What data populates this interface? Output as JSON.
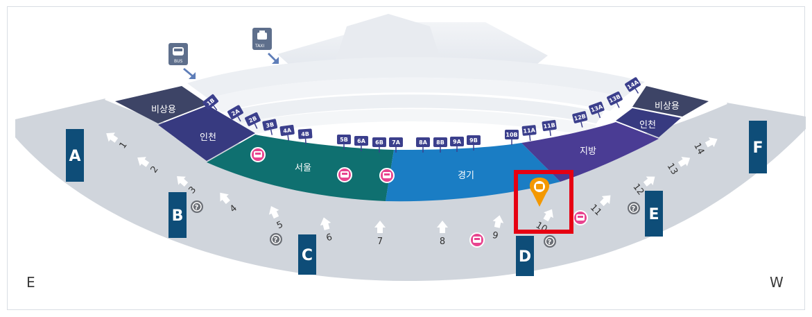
{
  "map": {
    "directions": {
      "left": "E",
      "right": "W"
    },
    "zones": {
      "left_upper": "비상용",
      "left_lower": "인천",
      "seoul": "서울",
      "gyeonggi": "경기",
      "jibang": "지방",
      "right_lower": "인천",
      "right_upper": "비상용"
    },
    "gates": [
      "A",
      "B",
      "C",
      "D",
      "E",
      "F"
    ],
    "platforms": [
      "1B",
      "2A",
      "2B",
      "3B",
      "4A",
      "4B",
      "5B",
      "6A",
      "6B",
      "7A",
      "8A",
      "8B",
      "9A",
      "9B",
      "10B",
      "11A",
      "11B",
      "12B",
      "13A",
      "13B",
      "14A"
    ],
    "exits": [
      "1",
      "2",
      "3",
      "4",
      "5",
      "6",
      "7",
      "8",
      "9",
      "10",
      "11",
      "12",
      "13",
      "14"
    ],
    "icons": {
      "bus_label": "BUS",
      "taxi_label": "TAXI"
    },
    "highlight": {
      "exit": "10",
      "color": "#e60012"
    },
    "colors": {
      "walkway": "#d0d5dc",
      "dark_navy": "#3d4466",
      "incheon": "#373a80",
      "seoul": "#0f7070",
      "gyeonggi": "#1a7dc4",
      "jibang": "#4a3c94",
      "gate": "#0e4d78",
      "platform_tag": "#3b3f8c",
      "marker_orange": "#f39800",
      "bus_icon_pink": "#e8448f"
    }
  }
}
